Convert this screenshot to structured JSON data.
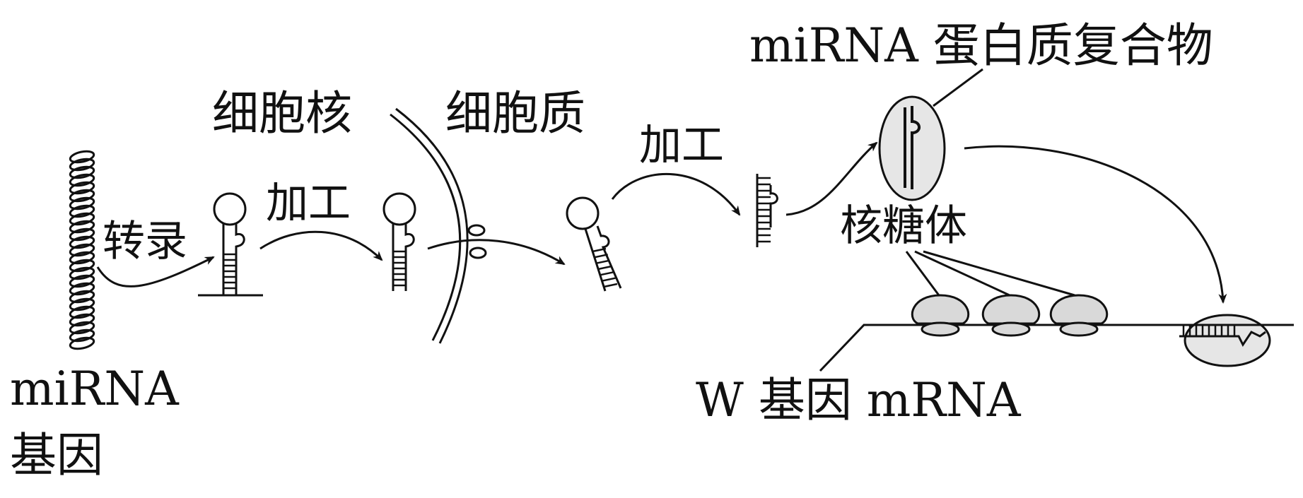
{
  "labels": {
    "mirna_gene_line1": "miRNA",
    "mirna_gene_line2": "基因",
    "transcription": "转录",
    "processing_1": "加工",
    "nucleus": "细胞核",
    "cytoplasm": "细胞质",
    "processing_2": "加工",
    "mirna_protein_complex": "miRNA 蛋白质复合物",
    "ribosome": "核糖体",
    "w_gene_mrna": "W 基因 mRNA"
  },
  "colors": {
    "ink": "#111111",
    "ribosome_fill": "#d9d9d9",
    "complex_fill": "#e6e6e6",
    "background": "#ffffff"
  }
}
